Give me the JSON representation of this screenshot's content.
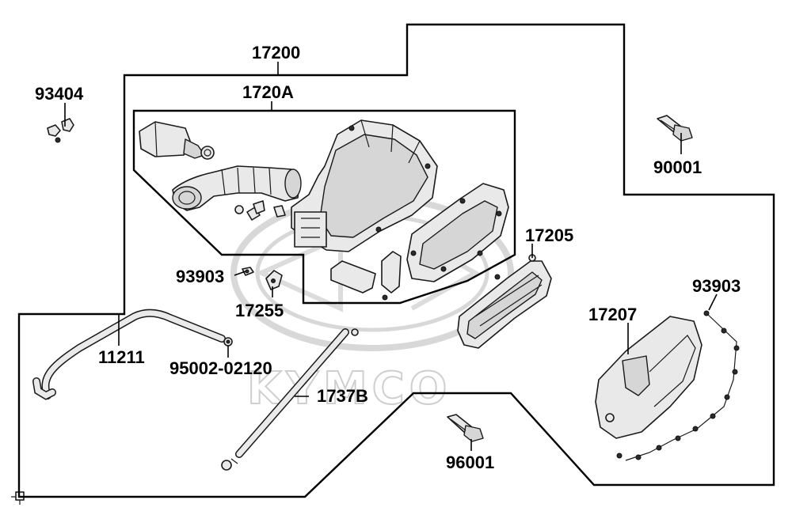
{
  "watermark": "KYMCO",
  "labels": {
    "p17200": "17200",
    "p1720A": "1720A",
    "p93404": "93404",
    "p90001": "90001",
    "p17205": "17205",
    "p93903a": "93903",
    "p93903b": "93903",
    "p17255": "17255",
    "p17207": "17207",
    "p11211": "11211",
    "p95002": "95002-02120",
    "p1737B": "1737B",
    "p96001": "96001"
  },
  "colors": {
    "ink": "#000000",
    "part_fill": "#e9e9e9",
    "watermark": "#cfcfcf"
  }
}
